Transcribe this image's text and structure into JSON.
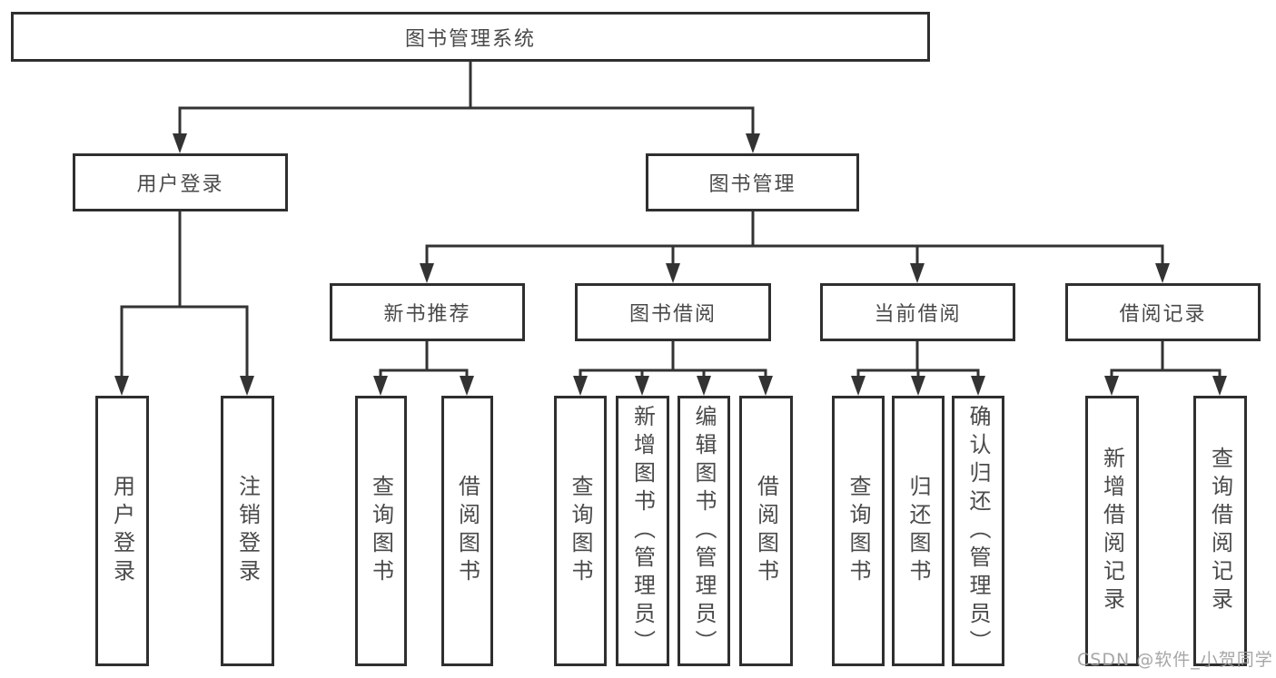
{
  "tree": {
    "root": {
      "label": "图书管理系统"
    },
    "branches": [
      {
        "label": "用户登录",
        "children": [
          "用户登录",
          "注销登录"
        ]
      },
      {
        "label": "图书管理",
        "sections": [
          {
            "label": "新书推荐",
            "children": [
              "查询图书",
              "借阅图书"
            ]
          },
          {
            "label": "图书借阅",
            "children": [
              "查询图书",
              "新增图书（管理员）",
              "编辑图书（管理员）",
              "借阅图书"
            ]
          },
          {
            "label": "当前借阅",
            "children": [
              "查询图书",
              "归还图书",
              "确认归还（管理员）"
            ]
          },
          {
            "label": "借阅记录",
            "children": [
              "新增借阅记录",
              "查询借阅记录"
            ]
          }
        ]
      }
    ]
  },
  "watermark": "CSDN @软件_小贺同学",
  "colors": {
    "line": "#333333",
    "border": "#2f2f2f",
    "text": "#4a4a4a",
    "watermark": "#9e9e9e"
  }
}
